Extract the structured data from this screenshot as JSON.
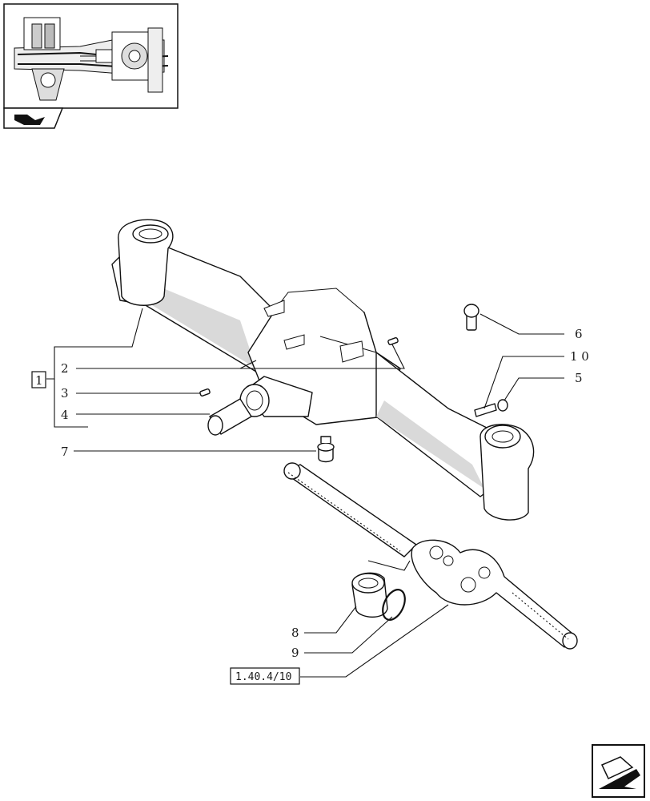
{
  "thumbnail": {
    "icon": "axle-assembly-thumbnail-icon"
  },
  "nav_icon_top": "navigate-hand-icon",
  "callouts": {
    "group": "1",
    "c2": "2",
    "c3": "3",
    "c4": "4",
    "c5": "5",
    "c6": "6",
    "c7": "7",
    "c8": "8",
    "c9": "9",
    "c10": "1 0"
  },
  "reference": {
    "label": "1.40.4/10"
  },
  "nav_icon_bottom": "next-page-arrow-icon"
}
